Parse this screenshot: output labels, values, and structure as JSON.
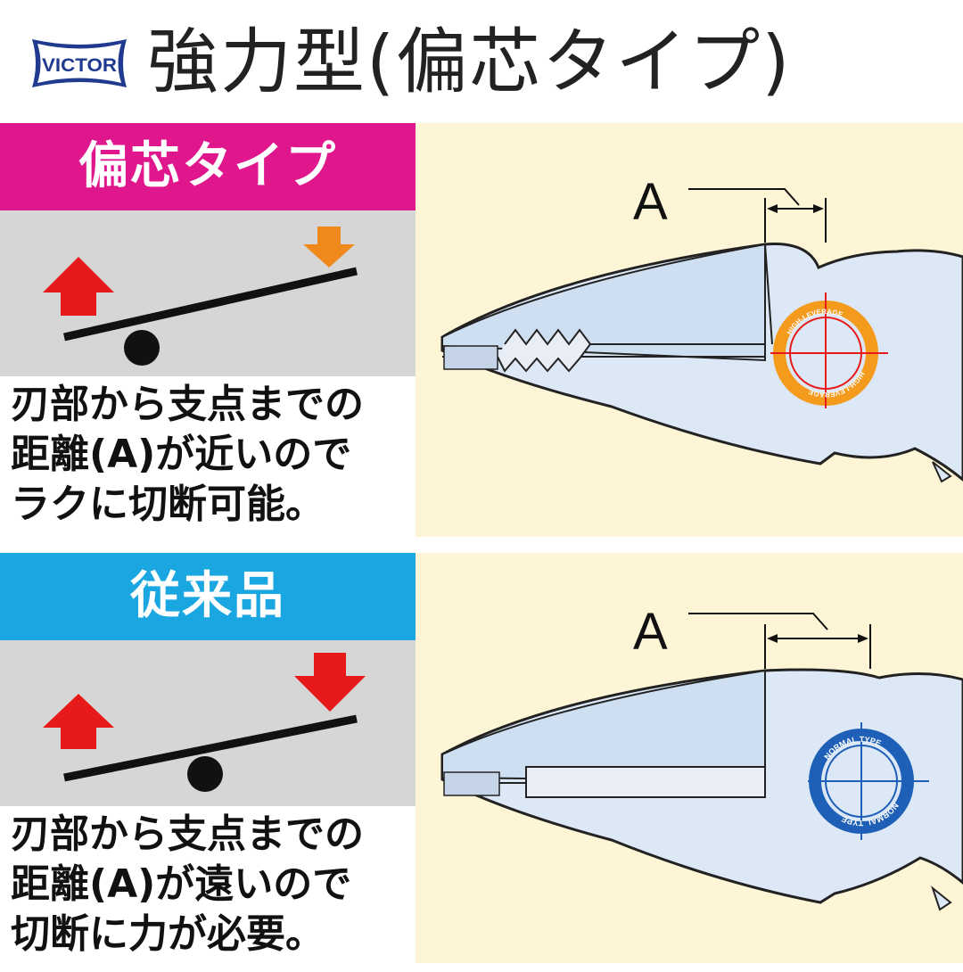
{
  "brand": {
    "logo_text": "VICTOR"
  },
  "header": {
    "title": "強力型(偏芯タイプ)"
  },
  "panels": [
    {
      "banner": "偏芯タイプ",
      "banner_color": "#e0168c",
      "desc_lines": [
        "刃部から支点までの",
        "距離(A)が近いので",
        "ラクに切断可能。"
      ],
      "dimension_label": "A",
      "badge_text": "HIGH-LEVERAGE",
      "arrow_up_color": "#e81919",
      "arrow_down_color": "#f0891c"
    },
    {
      "banner": "従来品",
      "banner_color": "#1aa6e0",
      "desc_lines": [
        "刃部から支点までの",
        "距離(A)が遠いので",
        "切断に力が必要。"
      ],
      "dimension_label": "A",
      "badge_text": "NORMAL TYPE",
      "arrow_up_color": "#e81919",
      "arrow_down_color": "#e81919"
    }
  ]
}
